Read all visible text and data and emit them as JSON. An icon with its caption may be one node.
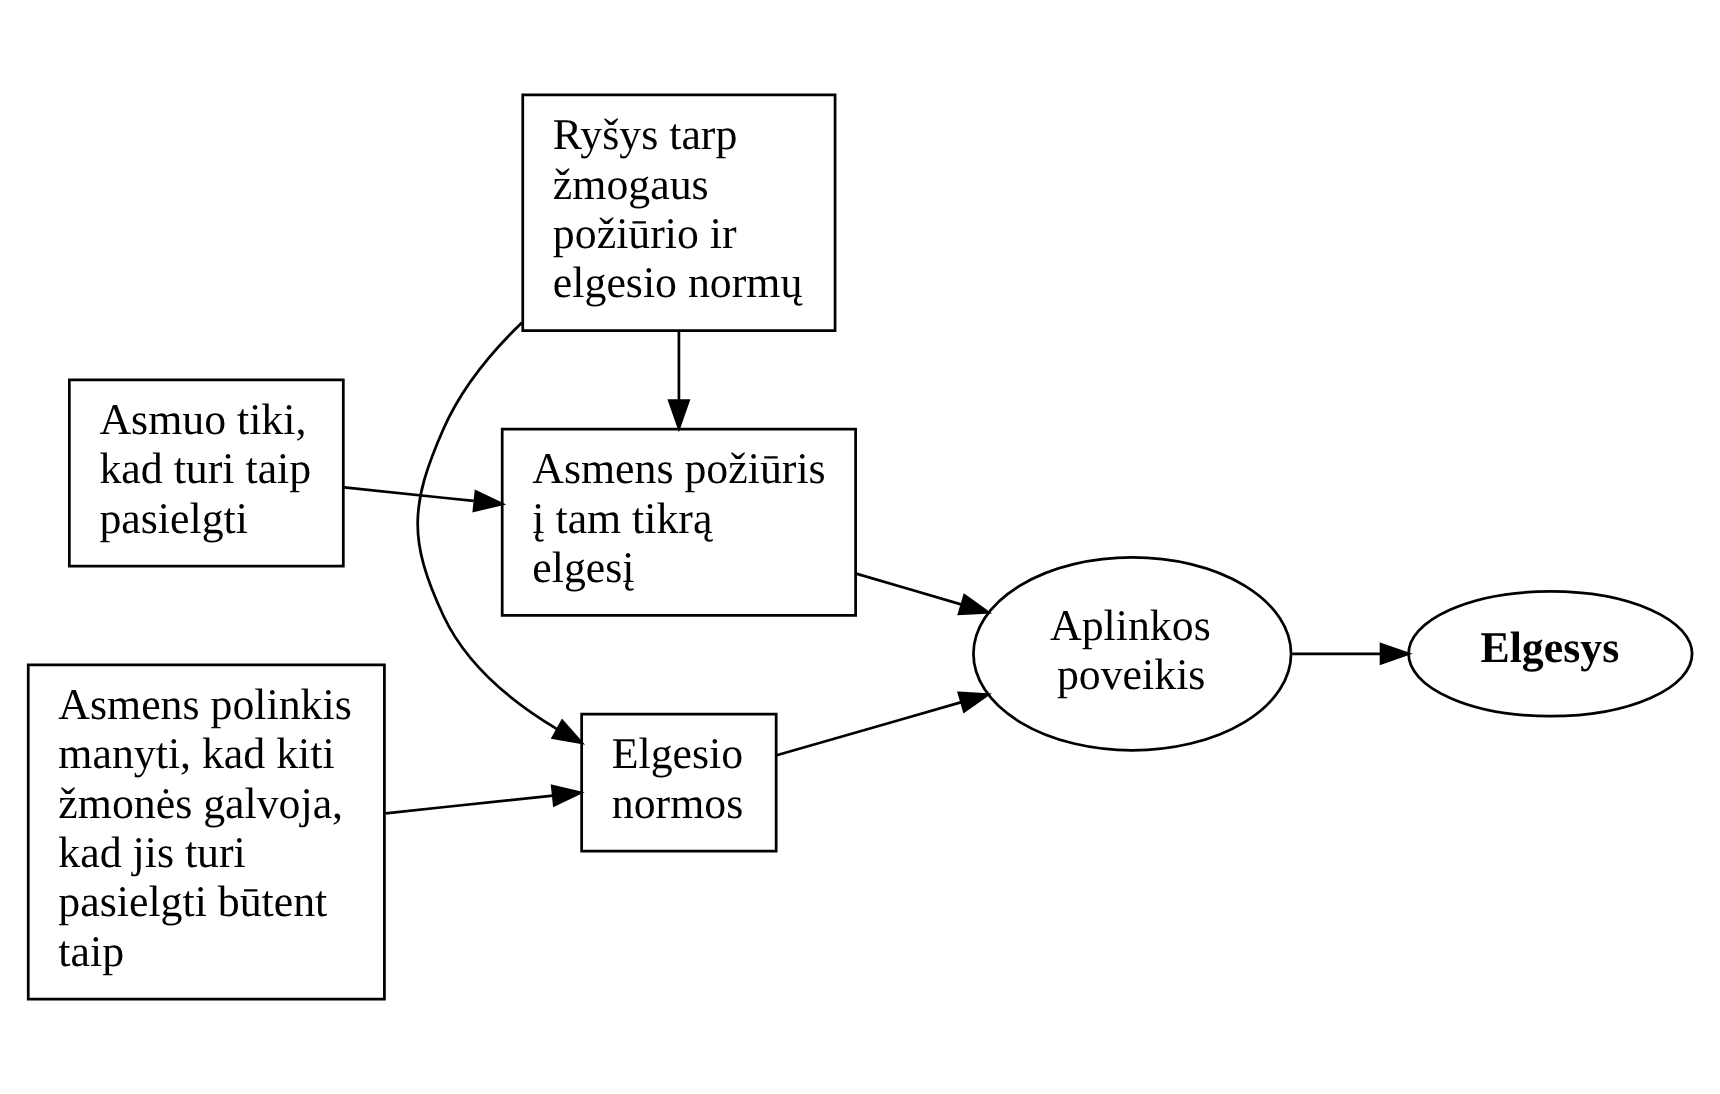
{
  "diagram": {
    "nodes": [
      {
        "text": [
          "Asmuo tiki, kad turi taip pasielgti"
        ]
      },
      {
        "text": [
          "Asmens požiūris į tam tikrą elgesį"
        ]
      },
      {
        "text": [
          "Ryšys tarp žmogaus požiūrio ir elgesio normų"
        ]
      },
      {
        "text": [
          "Aplinkos poveikis"
        ]
      },
      {
        "text": [
          "Elgesys"
        ]
      },
      {
        "text": [
          "Asmens polinkis manyti, kad kiti žmonės galvoja, kad jis turi pasielgti būtent taip"
        ]
      },
      {
        "text": [
          "Elgesio normos"
        ]
      }
    ],
    "edges": [
      {
        "from": 0,
        "to": 1,
        "arrow": "to"
      },
      {
        "from": 1,
        "to": 3,
        "arrow": "to"
      },
      {
        "from": 2,
        "to": 1,
        "arrow": "to"
      },
      {
        "from": 2,
        "to": 6,
        "arrow": "to"
      },
      {
        "from": 5,
        "to": 6,
        "arrow": "to"
      },
      {
        "from": 6,
        "to": 3,
        "arrow": "to"
      },
      {
        "from": 3,
        "to": 4,
        "arrow": "to"
      }
    ]
  }
}
